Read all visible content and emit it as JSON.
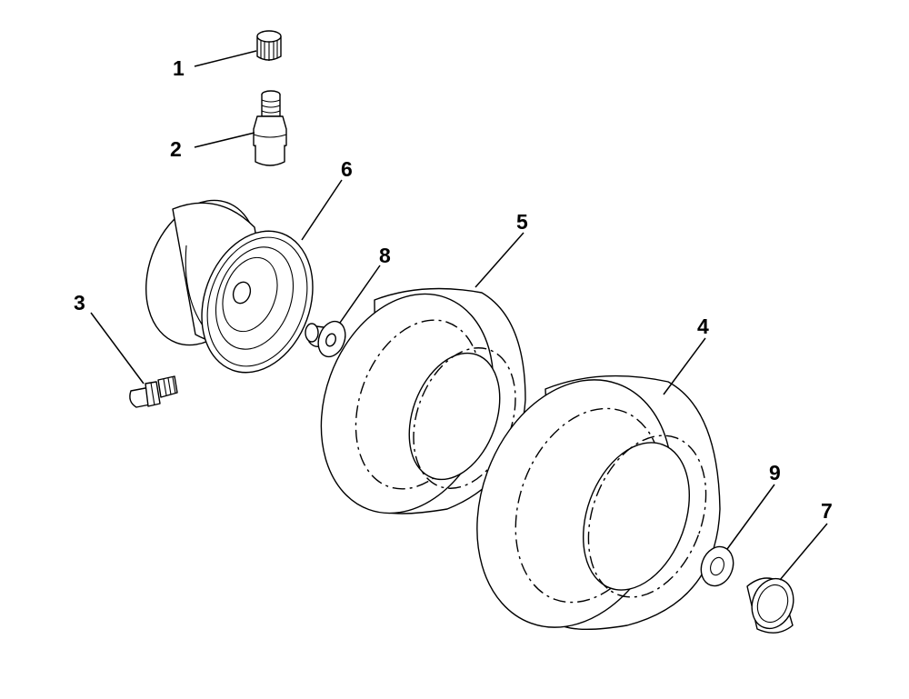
{
  "diagram": {
    "callouts": [
      {
        "label": "1",
        "part": "valve-cap"
      },
      {
        "label": "2",
        "part": "valve-stem"
      },
      {
        "label": "3",
        "part": "grease-fitting"
      },
      {
        "label": "4",
        "part": "rear-tire"
      },
      {
        "label": "5",
        "part": "front-tire"
      },
      {
        "label": "6",
        "part": "wheel-rim"
      },
      {
        "label": "7",
        "part": "bushing"
      },
      {
        "label": "8",
        "part": "flange-bushing"
      },
      {
        "label": "9",
        "part": "washer"
      }
    ]
  },
  "colors": {
    "background": "#ffffff",
    "line": "#000000"
  }
}
